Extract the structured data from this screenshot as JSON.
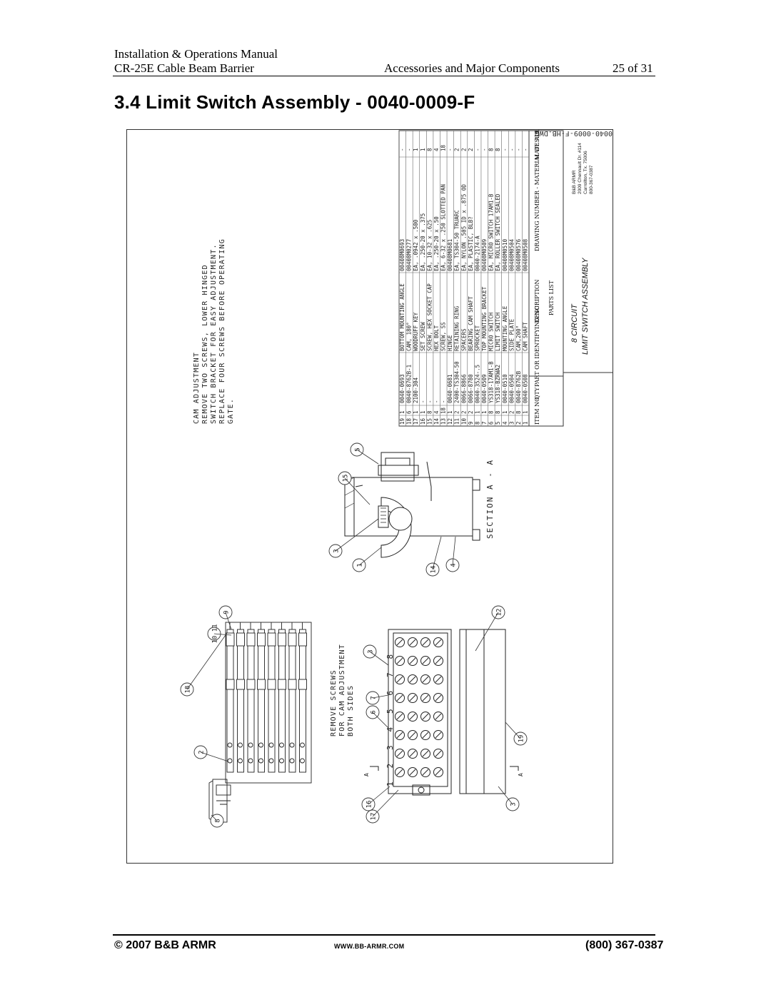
{
  "header": {
    "manual": "Installation & Operations Manual",
    "product": "CR-25E Cable Beam Barrier",
    "section": "Accessories and Major Components",
    "page": "25 of 31"
  },
  "title": "3.4   Limit Switch Assembly - 0040-0009-F",
  "drawing": {
    "file_name": "0040-0009-F-HB.DWG",
    "cam_note": [
      "CAM ADJUSTMENT",
      "REMOVE TWO SCREWS, LOWER HINGED",
      "SWITCH BRACKET FOR EASY ADJUSTMENT.",
      "REPLACE FOUR SCREWS BEFORE OPERATING",
      "GATE."
    ],
    "remove_note": [
      "REMOVE SCREWS",
      "FOR CAM ADJUSTMENT",
      "BOTH SIDES"
    ],
    "section_label": "SECTION A - A",
    "section_marker": "A",
    "terminal_numbers": [
      "1",
      "2",
      "3",
      "4",
      "5",
      "6",
      "7",
      "8"
    ],
    "balloons": {
      "b1": "1",
      "b2": "2",
      "b3": "3",
      "b3b": "3",
      "b3c": "3",
      "b4": "4",
      "b5": "5",
      "b6": "6",
      "b7": "7",
      "b8": "8",
      "b9": "9",
      "b1011": "10 11",
      "b12": "12",
      "b14": "14",
      "b15": "15",
      "b16": "16",
      "b17": "17",
      "b18": "18",
      "b19": "19"
    },
    "parts_columns": {
      "item": "ITEM NO",
      "qty": "QTY",
      "part": "PART OR IDENTIFYING NO",
      "description": "DESCRIPTION",
      "material": "DRAWING NUMBER - MATERIAL DESCRIPTION",
      "matl": "MATL ALLOC"
    },
    "parts_list_label": "PARTS LIST",
    "parts": [
      {
        "item": "19",
        "qty": "1",
        "part": "0040-0693",
        "description": "BOTTOM MOUNTING ANGLE",
        "material": "00408M0693",
        "matl": "-"
      },
      {
        "item": "18",
        "qty": "6",
        "part": "0040-8762B-1",
        "description": "CAM, 180°",
        "material": "00408M0277",
        "matl": "-"
      },
      {
        "item": "17",
        "qty": "1",
        "part": "2100-304",
        "description": "WOODRUFF KEY",
        "material": "EA, .0942 x .500",
        "matl": "1"
      },
      {
        "item": "16",
        "qty": "1",
        "part": "-",
        "description": "SET SCREW",
        "material": "EA, .250-20 x .375",
        "matl": "1"
      },
      {
        "item": "15",
        "qty": "8",
        "part": "-",
        "description": "SCREW, HEX SOCKET CAP",
        "material": "EA, 10-32 x .625",
        "matl": "8"
      },
      {
        "item": "14",
        "qty": "4",
        "part": "-",
        "description": "HEX BOLT",
        "material": "EA, .250-20 x .50",
        "matl": "4"
      },
      {
        "item": "13",
        "qty": "18",
        "part": "-",
        "description": "SCREW, SS",
        "material": "EA, 6-32 x .250 SLOTTED PAN",
        "matl": "18"
      },
      {
        "item": "12",
        "qty": "1",
        "part": "0040-0681",
        "description": "HINGE",
        "material": "00408M0681",
        "matl": "-"
      },
      {
        "item": "11",
        "qty": "2",
        "part": "2400-TS304-50",
        "description": "RETAINING RING",
        "material": "EA, TS304-50 TRUARC",
        "matl": "2"
      },
      {
        "item": "10",
        "qty": "2",
        "part": "0066-8866",
        "description": "SPACERS",
        "material": "EA, NYLON .505 ID x .875 OD",
        "matl": "2"
      },
      {
        "item": "9",
        "qty": "2",
        "part": "0066-8780",
        "description": "BEARING CAM SHAFT",
        "material": "EA, PLASTIC, BLB?",
        "matl": "2"
      },
      {
        "item": "8",
        "qty": "1",
        "part": "0040-3524-.5",
        "description": "SPROCKET",
        "material": "0040-2174-A",
        "matl": "-"
      },
      {
        "item": "7",
        "qty": "1",
        "part": "0040-0509",
        "description": "TOP MOUNTING BRACKET",
        "material": "00408M0509",
        "matl": "-"
      },
      {
        "item": "6",
        "qty": "8",
        "part": "YS318-17AM1-B",
        "description": "MICRO SWITCH",
        "material": "EA, MICRO SWITCH 17AM1-B",
        "matl": "8"
      },
      {
        "item": "5",
        "qty": "8",
        "part": "YS318-BZRWA2",
        "description": "LIMIT SWITCH",
        "material": "EA, ROLLER SWITCH SEALED",
        "matl": "8"
      },
      {
        "item": "4",
        "qty": "1",
        "part": "0040-0510",
        "description": "MOUNTING ANGLE",
        "material": "00408M0510",
        "matl": "-"
      },
      {
        "item": "3",
        "qty": "2",
        "part": "0040-0504",
        "description": "SIDE PLATE",
        "material": "00408M0504",
        "matl": "-"
      },
      {
        "item": "2",
        "qty": "8",
        "part": "0040-8762B",
        "description": "CAM,200°",
        "material": "00408M0576",
        "matl": "-"
      },
      {
        "item": "1",
        "qty": "1",
        "part": "0040-0508",
        "description": "CAM SHAFT",
        "material": "00408M0508",
        "matl": "-"
      }
    ],
    "assembly_title": [
      "8 CIRCUIT",
      "LIMIT SWITCH ASSEMBLY"
    ],
    "company": [
      "B&B ARMR",
      "2009 Chennault Dr. #114",
      "Carrollton, Tx. 75006",
      "800-367-0387"
    ]
  },
  "footer": {
    "copyright": "© 2007 B&B ARMR",
    "website": "WWW.BB-ARMR.COM",
    "phone": "(800) 367-0387"
  }
}
